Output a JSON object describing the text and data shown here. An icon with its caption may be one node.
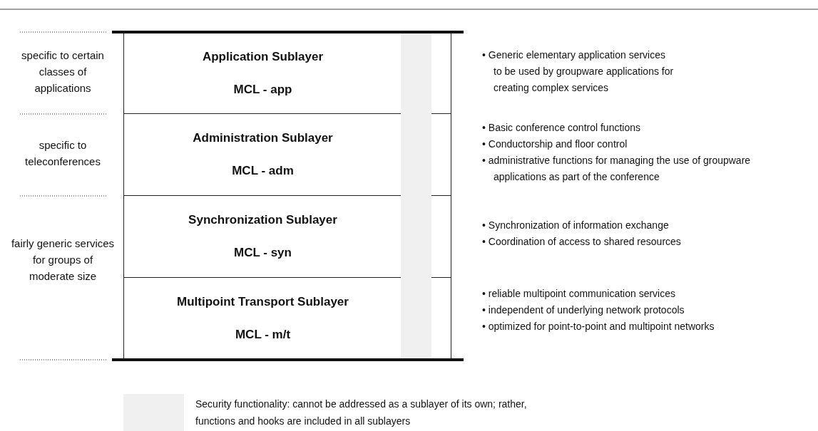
{
  "diagram": {
    "nodes": [
      {
        "text": [
          "Application Sublayer",
          "MCL - app"
        ]
      },
      {
        "text": [
          "Administration Sublayer",
          "MCL - adm"
        ]
      },
      {
        "text": [
          "Synchronization Sublayer",
          "MCL - syn"
        ]
      },
      {
        "text": [
          "Multipoint Transport Sublayer",
          "MCL - m/t"
        ]
      },
      {
        "text": [],
        "shape": "bar"
      }
    ],
    "labels": [
      "specific to certain classes of applications",
      "specific to teleconferences",
      "fairly generic services for groups of moderate size",
      "• Generic elementary application services to be used by groupware applications for creating complex services",
      "• Basic conference control functions",
      "• Conductorship and floor control",
      "• administrative functions for managing the use of groupware applications as part of the conference",
      "• Synchronization of information exchange",
      "• Coordination of access to shared resources",
      "• reliable multipoint communication services",
      "• independent of underlying network protocols",
      "• optimized for point-to-point and multipoint networks"
    ],
    "legend": [
      {
        "text": "Security functionality: cannot be addressed as a sublayer of its own; rather, functions and hooks are included in all sublayers",
        "color": "#f0f0f0"
      }
    ]
  }
}
